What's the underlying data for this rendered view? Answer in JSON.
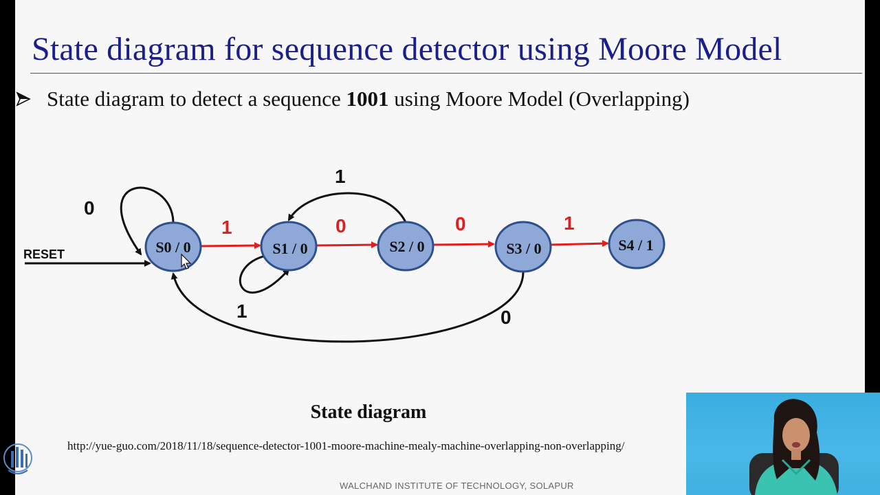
{
  "slide": {
    "title": "State diagram for sequence detector using Moore Model",
    "bullet": {
      "prefix": "State diagram to detect a sequence ",
      "bold": "1001",
      "suffix": " using  Moore Model (Overlapping)"
    },
    "caption": "State diagram",
    "source_url": "http://yue-guo.com/2018/11/18/sequence-detector-1001-moore-machine-mealy-machine-overlapping-non-overlapping/",
    "footer": "WALCHAND INSTITUTE OF TECHNOLOGY,  SOLAPUR"
  },
  "diagram": {
    "reset_label": "RESET",
    "states": [
      {
        "id": "S0",
        "label": "S0 / 0"
      },
      {
        "id": "S1",
        "label": "S1 / 0"
      },
      {
        "id": "S2",
        "label": "S2 / 0"
      },
      {
        "id": "S3",
        "label": "S3 / 0"
      },
      {
        "id": "S4",
        "label": "S4 / 1"
      }
    ],
    "transitions": [
      {
        "from": "S0",
        "to": "S0",
        "input": "0",
        "highlight": false
      },
      {
        "from": "S0",
        "to": "S1",
        "input": "1",
        "highlight": true
      },
      {
        "from": "S1",
        "to": "S1",
        "input": "1",
        "highlight": false
      },
      {
        "from": "S1",
        "to": "S2",
        "input": "0",
        "highlight": true
      },
      {
        "from": "S2",
        "to": "S1",
        "input": "1",
        "highlight": false
      },
      {
        "from": "S2",
        "to": "S3",
        "input": "0",
        "highlight": true
      },
      {
        "from": "S3",
        "to": "S4",
        "input": "1",
        "highlight": true
      },
      {
        "from": "S3",
        "to": "S0",
        "input": "0",
        "highlight": false
      }
    ]
  },
  "colors": {
    "title": "#1a1f8c",
    "state_fill": "#8ea9d8",
    "state_stroke": "#2e4f8c",
    "highlight": "#e01e1e",
    "normal": "#111111"
  }
}
